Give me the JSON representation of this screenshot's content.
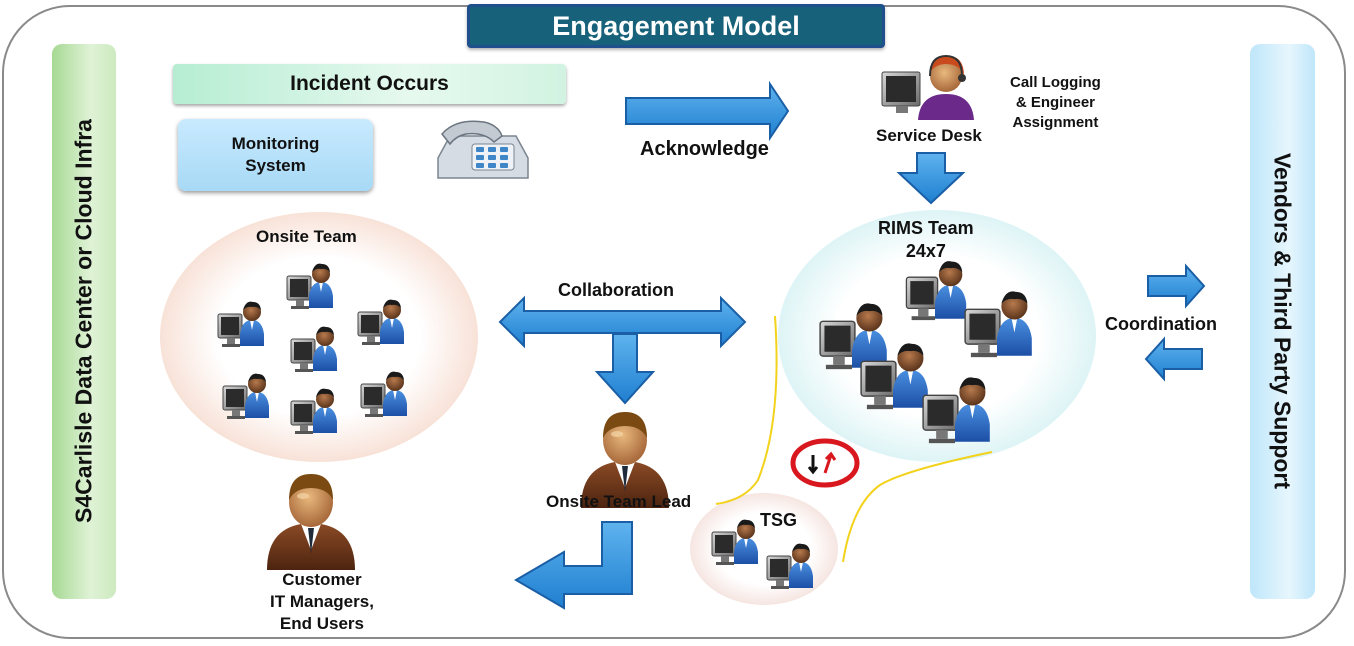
{
  "title": "Engagement Model",
  "left_panel": "S4Carlisle Data Center or Cloud Infra",
  "right_panel": "Vendors & Third Party Support",
  "incident": "Incident Occurs",
  "monitoring": [
    "Monitoring",
    "System"
  ],
  "acknowledge": "Acknowledge",
  "service_desk": "Service Desk",
  "call_logging": [
    "Call Logging",
    "& Engineer",
    "Assignment"
  ],
  "onsite_team": "Onsite Team",
  "collaboration": "Collaboration",
  "rims_team": [
    "RIMS Team",
    "24x7"
  ],
  "coordination": "Coordination",
  "onsite_team_lead": "Onsite Team Lead",
  "tsg": "TSG",
  "customer": [
    "Customer",
    "IT Managers,",
    "End Users"
  ],
  "colors": {
    "title_bg": "#17627a",
    "arrow_blue": "#2e8fd8",
    "arrow_outline": "#1a5fa6",
    "left_panel": "#a6d993",
    "right_panel": "#bfe6fa",
    "onsite_ellipse": "#f3cdbd",
    "rims_ellipse": "#bfe9ee",
    "tsg_ellipse": "#efd3cc",
    "connector": "#f2d21b"
  },
  "icons": [
    "telephone-icon",
    "service-desk-agent-icon",
    "team-member-icon",
    "manager-icon",
    "no-u-turn-icon"
  ]
}
